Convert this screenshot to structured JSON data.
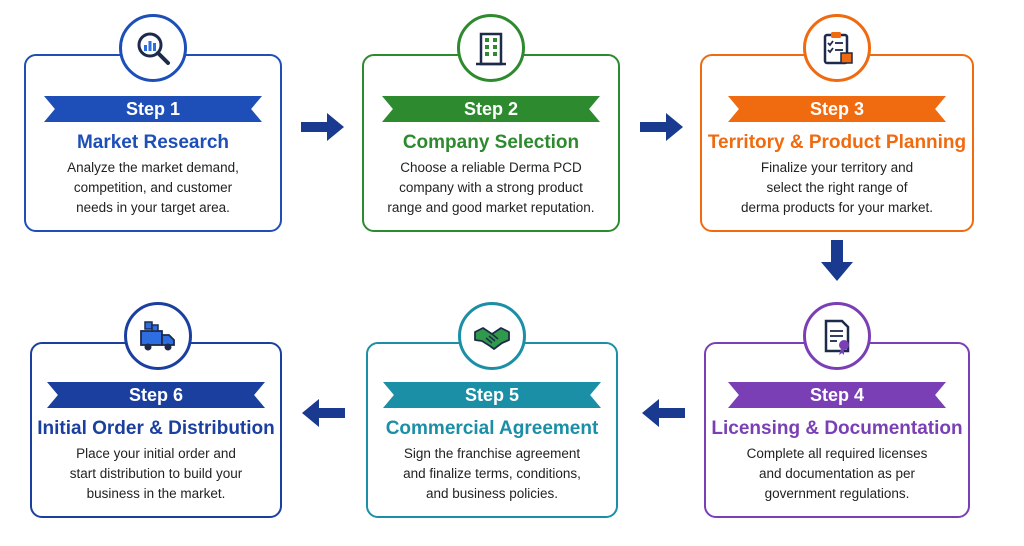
{
  "steps": [
    {
      "step": "Step 1",
      "title": "Market Research",
      "icon": "magnifier-chart-icon",
      "color": "#1e4fb8",
      "lines": [
        "Analyze the market demand,",
        "competition, and customer",
        "needs in your target area."
      ]
    },
    {
      "step": "Step 2",
      "title": "Company Selection",
      "icon": "office-building-icon",
      "color": "#2e8a2e",
      "lines": [
        "Choose a reliable Derma PCD",
        "company with a strong product",
        "range and good market reputation."
      ]
    },
    {
      "step": "Step 3",
      "title": "Territory & Product Planning",
      "icon": "clipboard-checklist-icon",
      "color": "#f06a10",
      "lines": [
        "Finalize your territory and",
        "select the right range of",
        "derma products for your market."
      ]
    },
    {
      "step": "Step 4",
      "title": "Licensing & Documentation",
      "icon": "certificate-document-icon",
      "color": "#7a3fb5",
      "lines": [
        "Complete all required licenses",
        "and documentation as per",
        "government regulations."
      ]
    },
    {
      "step": "Step 5",
      "title": "Commercial Agreement",
      "icon": "handshake-icon",
      "color": "#1b8fa6",
      "lines": [
        "Sign the franchise agreement",
        "and finalize terms, conditions,",
        "and business policies."
      ]
    },
    {
      "step": "Step 6",
      "title": "Initial Order & Distribution",
      "icon": "delivery-truck-icon",
      "color": "#1a3f9e",
      "lines": [
        "Place your initial order and",
        "start distribution to build your",
        "business in the market."
      ]
    }
  ],
  "colors": {
    "arrow": "#1a3a8f",
    "text": "#222222"
  }
}
